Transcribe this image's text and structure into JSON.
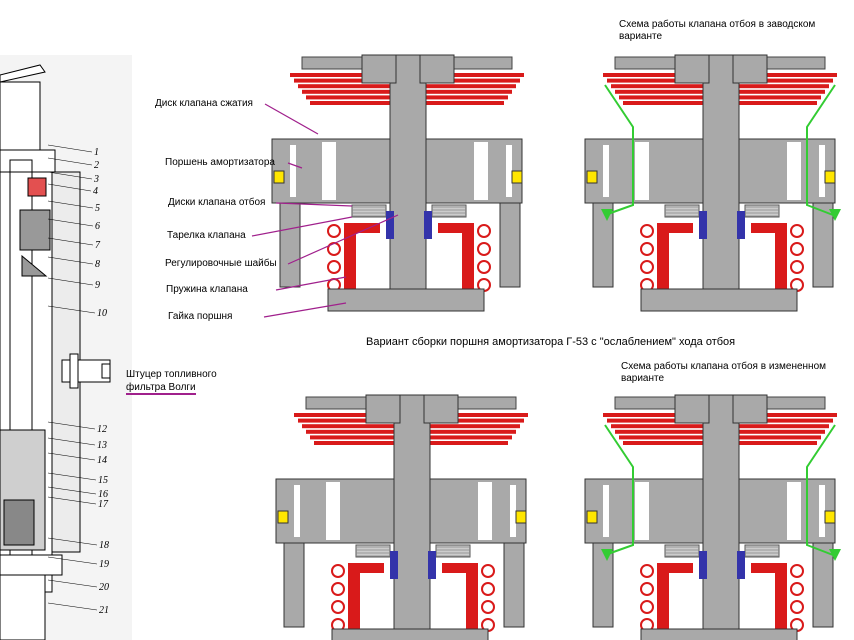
{
  "labels": {
    "compression_disc": "Диск клапана сжатия",
    "piston": "Поршень амортизатора",
    "rebound_discs": "Диски клапана отбоя",
    "valve_plate": "Тарелка клапана",
    "shims": "Регулировочные шайбы",
    "valve_spring": "Пружина клапана",
    "piston_nut": "Гайка поршня"
  },
  "captions": {
    "factory_scheme": "Схема работы клапана отбоя в заводском варианте",
    "modified_scheme": "Схема работы клапана отбоя в измененном варианте",
    "assembly_variant": "Вариант сборки поршня амортизатора Г-53 с \"ослаблением\" хода отбоя"
  },
  "fuel_fitting": {
    "line1": "Штуцер топливного",
    "line2": "фильтра Волги"
  },
  "part_numbers": [
    "1",
    "2",
    "3",
    "4",
    "5",
    "6",
    "7",
    "8",
    "9",
    "10",
    "12",
    "13",
    "14",
    "15",
    "16",
    "17",
    "18",
    "19",
    "20",
    "21"
  ],
  "colors": {
    "metal": "#a9a9a9",
    "spring_red": "#d91a1a",
    "leader": "#a0208c",
    "flow_arrow": "#33cc33",
    "seal_blue": "#3333aa",
    "marker_yellow": "#ffe600"
  }
}
